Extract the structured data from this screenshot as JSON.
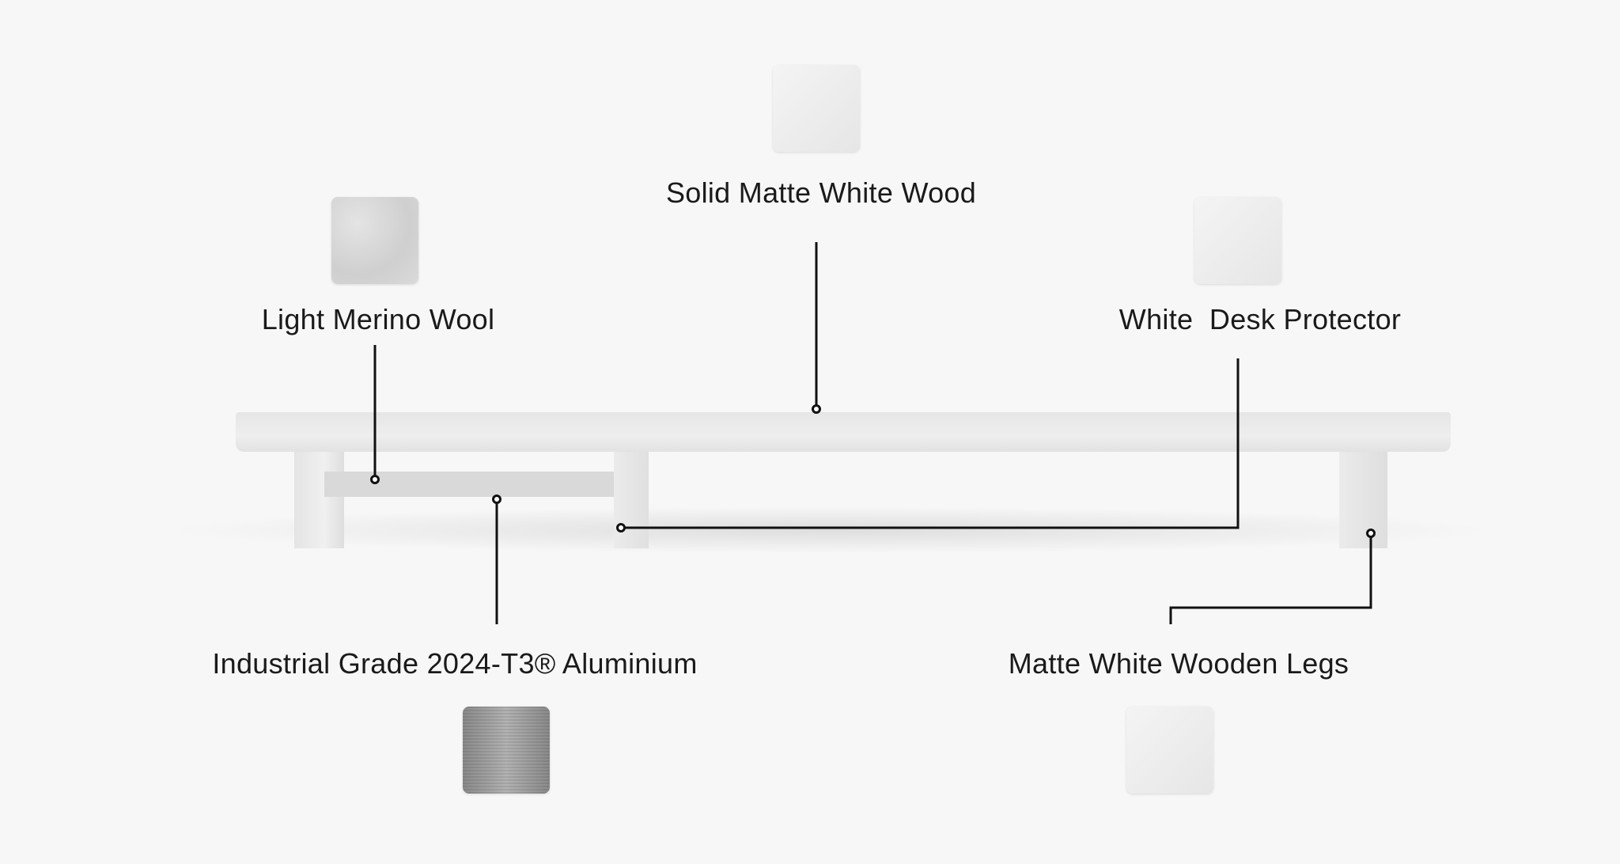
{
  "labels": {
    "top": "Solid Matte White Wood",
    "wool": "Light Merino Wool",
    "protector": "White  Desk Protector",
    "aluminium": "Industrial Grade 2024-T3® Aluminium",
    "legs": "Matte White Wooden Legs"
  }
}
